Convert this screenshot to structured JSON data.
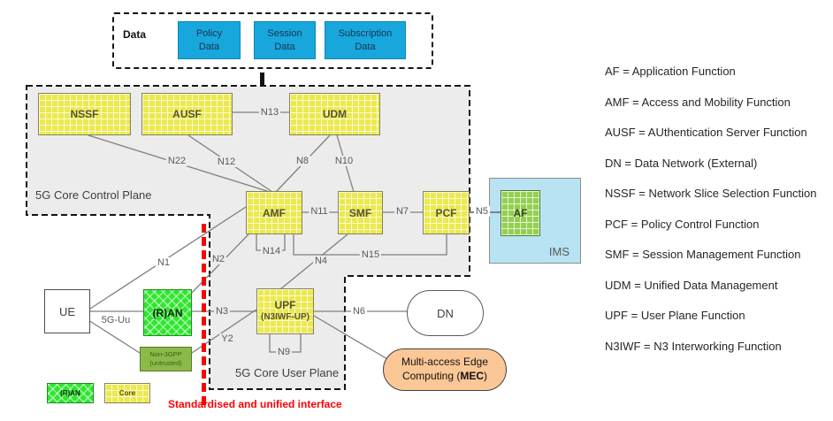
{
  "data_section": {
    "label": "Data",
    "policy": "Policy\nData",
    "session": "Session\nData",
    "subscription": "Subscription\nData"
  },
  "regions": {
    "control_plane": "5G Core Control Plane",
    "user_plane": "5G Core User Plane",
    "ims": "IMS"
  },
  "nodes": {
    "nssf": "NSSF",
    "ausf": "AUSF",
    "udm": "UDM",
    "amf": "AMF",
    "smf": "SMF",
    "pcf": "PCF",
    "af": "AF",
    "upf": "UPF",
    "upf_sub": "(N3IWF-UP)",
    "ue": "UE",
    "ran": "(R)AN",
    "non3gpp": "Non-3GPP\n(untrusted)",
    "dn": "DN"
  },
  "interfaces": {
    "n1": "N1",
    "n2": "N2",
    "n3": "N3",
    "n4": "N4",
    "n5": "N5",
    "n6": "N6",
    "n7": "N7",
    "n8": "N8",
    "n9": "N9",
    "n10": "N10",
    "n11": "N11",
    "n12": "N12",
    "n13": "N13",
    "n14": "N14",
    "n15": "N15",
    "n22": "N22",
    "y2": "Y2",
    "uu": "5G-Uu"
  },
  "mec": {
    "line1": "Multi-access Edge",
    "line2_pre": "Computing (",
    "line2_bold": "MEC",
    "line2_post": ")"
  },
  "legend": {
    "ran": "(R)AN",
    "core": "Core"
  },
  "callout": "Standardised and unified interface",
  "definitions": [
    "AF = Application Function",
    "AMF = Access and Mobility Function",
    "AUSF = AUthentication Server Function",
    "DN = Data Network (External)",
    "NSSF = Network Slice Selection Function",
    "PCF = Policy Control Function",
    "SMF = Session Management Function",
    "UDM = Unified Data Management",
    "UPF = User Plane Function",
    "N3IWF = N3 Interworking Function"
  ],
  "colors": {
    "nf_yellow": "#ece94e",
    "data_blue": "#18a7dd",
    "ran_green": "#2ee62e",
    "af_green": "#92d050",
    "ims_blue": "#b7e3f2",
    "mec_peach": "#fbc796",
    "non3gpp_green": "#8cba4a",
    "interface_red": "#ff0000"
  }
}
